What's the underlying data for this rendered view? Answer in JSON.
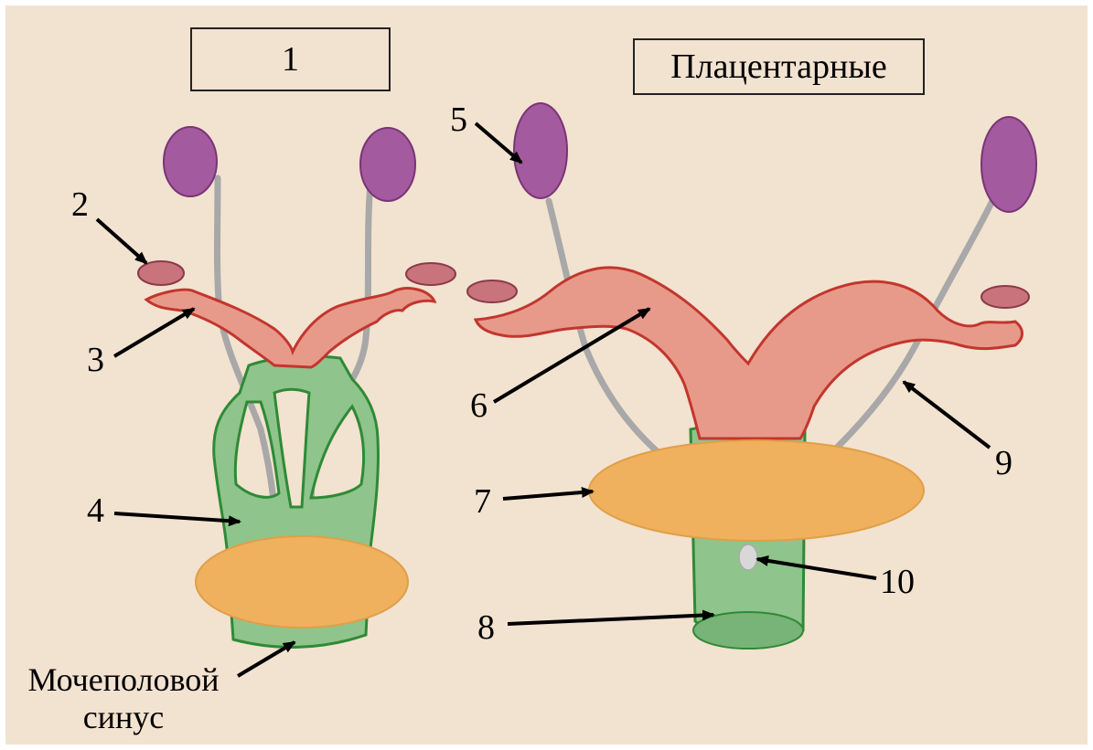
{
  "left_diagram": {
    "title": "1",
    "labels": {
      "n2": "2",
      "n3": "3",
      "n4": "4"
    },
    "caption_line1": "Мочеполовой",
    "caption_line2": "синус"
  },
  "right_diagram": {
    "title": "Плацентарные",
    "labels": {
      "n5": "5",
      "n6": "6",
      "n7": "7",
      "n8": "8",
      "n9": "9",
      "n10": "10"
    }
  },
  "colors": {
    "background": "#f2e2d0",
    "ovary": "#a35a9e",
    "oviduct_uterus": "#e89a8a",
    "oviduct_outline": "#c2362e",
    "vagina": "#8fc48c",
    "vagina_outline": "#2f8a35",
    "bladder": "#f0b15e",
    "ureter": "#a8a8a8",
    "arrow": "#000000"
  }
}
